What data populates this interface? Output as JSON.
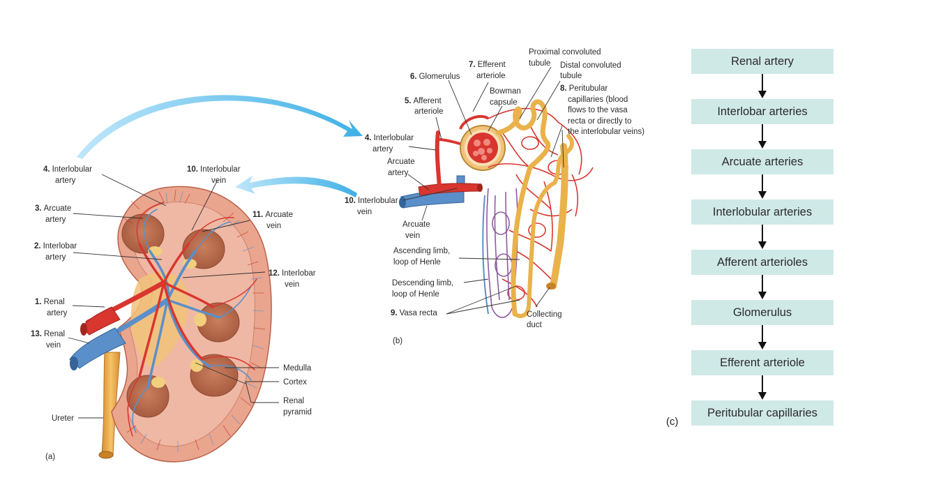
{
  "panel_a": {
    "panel_label": "(a)",
    "labels": {
      "interlobular_artery_num": "4.",
      "interlobular_artery_1": "Interlobular",
      "interlobular_artery_2": "artery",
      "arcuate_artery_num": "3.",
      "arcuate_artery_1": "Arcuate",
      "arcuate_artery_2": "artery",
      "interlobar_artery_num": "2.",
      "interlobar_artery_1": "Interlobar",
      "interlobar_artery_2": "artery",
      "renal_artery_num": "1.",
      "renal_artery_1": "Renal",
      "renal_artery_2": "artery",
      "renal_vein_num": "13.",
      "renal_vein_1": "Renal",
      "renal_vein_2": "vein",
      "ureter": "Ureter",
      "interlobular_vein_num": "10.",
      "interlobular_vein_1": "Interlobular",
      "interlobular_vein_2": "vein",
      "arcuate_vein_num": "11.",
      "arcuate_vein_1": "Arcuate",
      "arcuate_vein_2": "vein",
      "interlobar_vein_num": "12.",
      "interlobar_vein_1": "Interlobar",
      "interlobar_vein_2": "vein",
      "medulla": "Medulla",
      "cortex": "Cortex",
      "renal_pyramid_1": "Renal",
      "renal_pyramid_2": "pyramid"
    }
  },
  "panel_b": {
    "panel_label": "(b)",
    "labels": {
      "proximal_1": "Proximal convoluted",
      "proximal_2": "tubule",
      "efferent_num": "7.",
      "efferent_1": "Efferent",
      "efferent_2": "arteriole",
      "distal_1": "Distal convoluted",
      "distal_2": "tubule",
      "glomerulus_num": "6.",
      "glomerulus": "Glomerulus",
      "bowman_1": "Bowman",
      "bowman_2": "capsule",
      "afferent_num": "5.",
      "afferent_1": "Afferent",
      "afferent_2": "arteriole",
      "peritubular_num": "8.",
      "peritubular_1": "Peritubular",
      "peritubular_2": "capillaries (blood",
      "peritubular_3": "flows to the vasa",
      "peritubular_4": "recta or directly to",
      "peritubular_5": "the interlobular veins)",
      "interlobular_artery_num": "4.",
      "interlobular_artery_1": "Interlobular",
      "interlobular_artery_2": "artery",
      "arcuate_artery_1": "Arcuate",
      "arcuate_artery_2": "artery",
      "interlobular_vein_num": "10.",
      "interlobular_vein_1": "Interlobular",
      "interlobular_vein_2": "vein",
      "arcuate_vein_1": "Arcuate",
      "arcuate_vein_2": "vein",
      "ascending_1": "Ascending limb,",
      "ascending_2": "loop of Henle",
      "descending_1": "Descending limb,",
      "descending_2": "loop of Henle",
      "vasa_recta_num": "9.",
      "vasa_recta": "Vasa recta",
      "collecting_1": "Collecting",
      "collecting_2": "duct"
    }
  },
  "panel_c": {
    "panel_label": "(c)",
    "steps": [
      "Renal artery",
      "Interlobar arteries",
      "Arcuate arteries",
      "Interlobular arteries",
      "Afferent arterioles",
      "Glomerulus",
      "Efferent arteriole",
      "Peritubular capillaries"
    ]
  },
  "colors": {
    "artery": "#d8362f",
    "vein": "#5b8fc9",
    "kidney_tissue": "#e8a08a",
    "tubule": "#e9b24a",
    "flow_box": "#cfe9e7",
    "connector_arrow": "#4fb8e8"
  }
}
